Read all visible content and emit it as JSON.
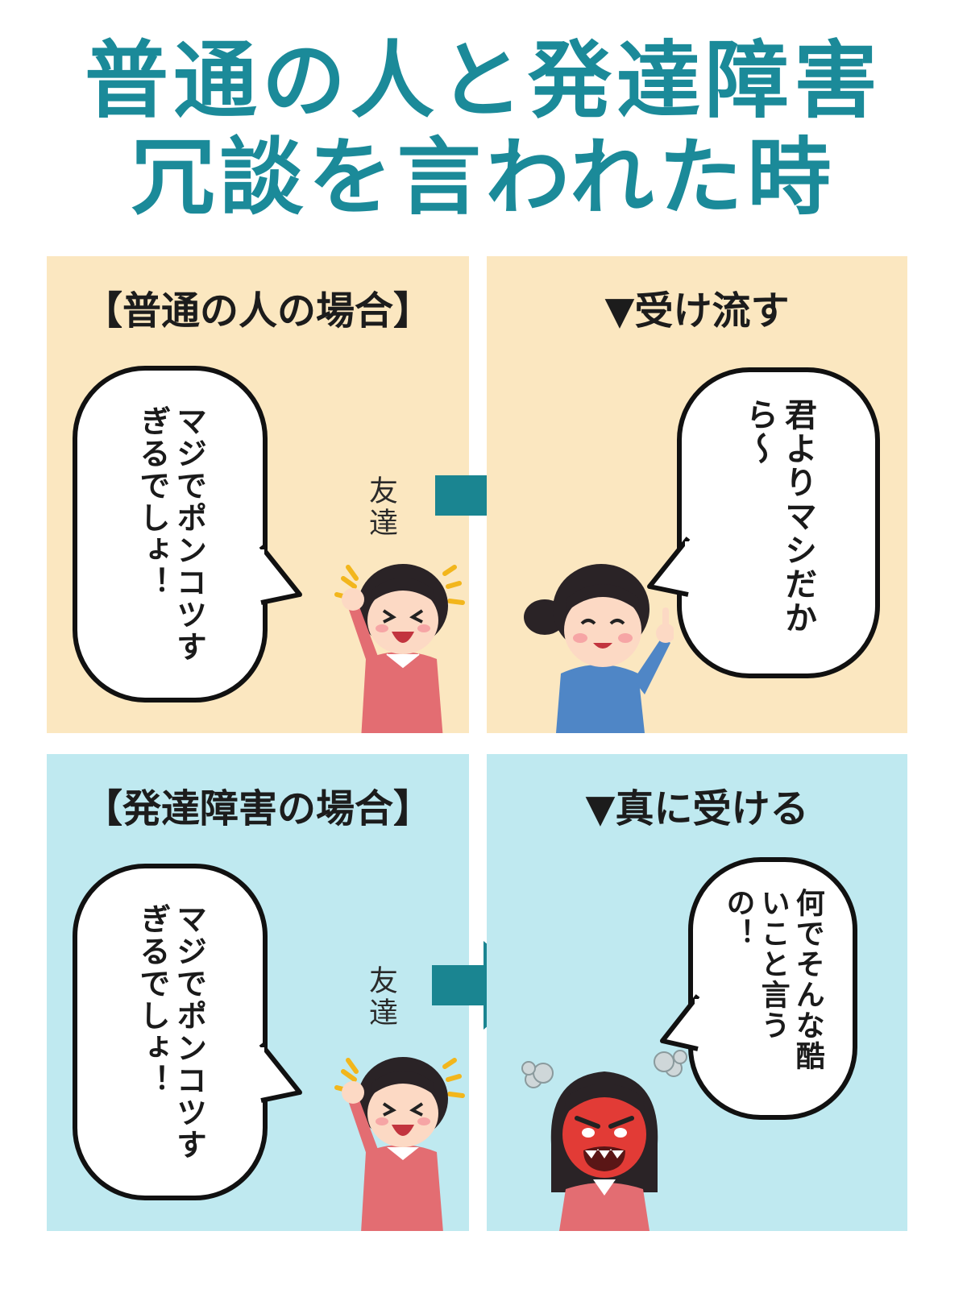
{
  "title": {
    "line1": "普通の人と発達障害",
    "line2": "冗談を言われた時"
  },
  "colors": {
    "title": "#1b8a99",
    "arrow": "#1a8591",
    "panel_top": "#fbe7c0",
    "panel_bottom": "#bfe9f0"
  },
  "top": {
    "left_heading": "【普通の人の場合】",
    "left_bubble": "マジでポンコツすぎるでしょ！",
    "friend_label": "友達",
    "right_heading": "▼受け流す",
    "right_bubble": "君よりマシだから～"
  },
  "bottom": {
    "left_heading": "【発達障害の場合】",
    "left_bubble": "マジでポンコツすぎるでしょ！",
    "friend_label": "友達",
    "right_heading": "▼真に受ける",
    "right_bubble": "何でそんな酷いこと言うの！"
  }
}
